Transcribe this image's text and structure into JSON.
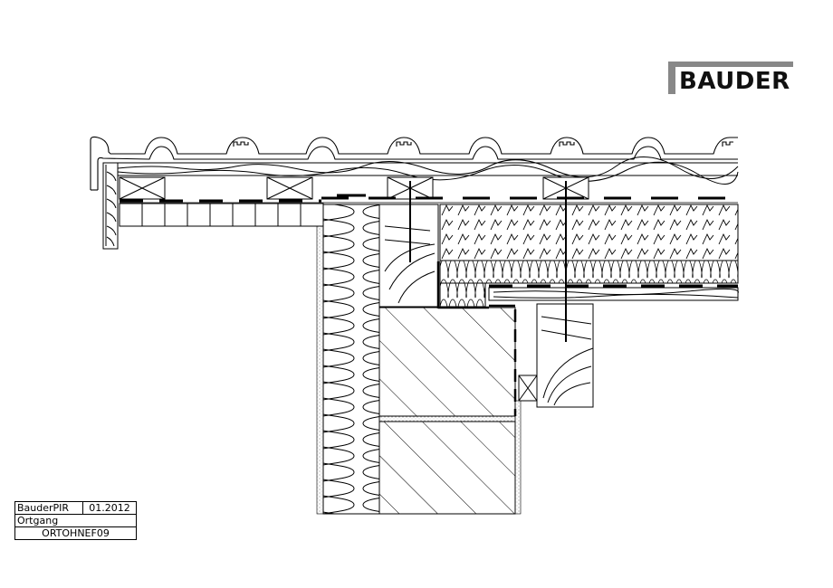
{
  "logo": {
    "text": "BAUDER",
    "bar_color": "#888888"
  },
  "title_block": {
    "product": "BauderPIR",
    "date": "01.2012",
    "detail_name": "Ortgang",
    "drawing_code": "ORTOHNEF09"
  },
  "drawing": {
    "type": "construction section detail",
    "subject": "verge (Ortgang) of pitched roof with PIR insulation on rafters",
    "layers": [
      "roof tiles",
      "tile battens",
      "counter battens",
      "underlay membrane",
      "PIR insulation board",
      "mineral wool insulation",
      "vapour control layer",
      "timber boarding",
      "rafter / purlin",
      "masonry wall",
      "external insulation",
      "render / plaster"
    ]
  }
}
